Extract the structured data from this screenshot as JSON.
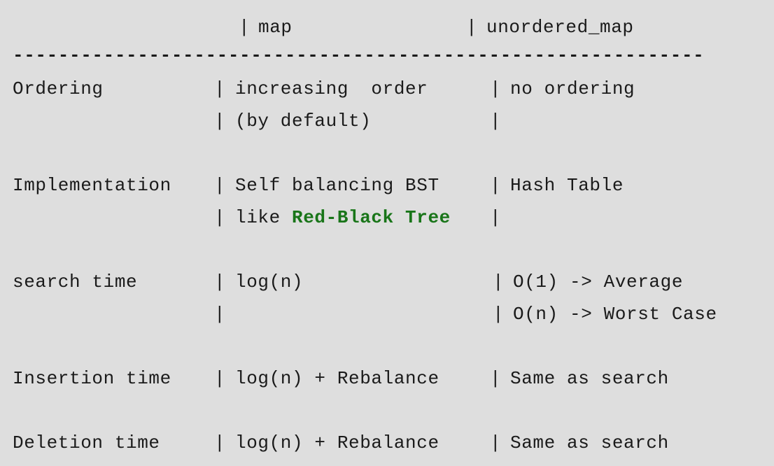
{
  "page": {
    "background_color": "#dedede",
    "text_color": "#1a1a1a",
    "accent_color": "#197519",
    "content_type": "ascii-comparison-table"
  },
  "table": {
    "row_label_header": "",
    "columns": [
      {
        "name": "map",
        "label": "map"
      },
      {
        "name": "unordered_map",
        "label": "unordered_map"
      }
    ],
    "separator": "-------------------------------------------------------------",
    "pipe": "|",
    "rows": [
      {
        "name": "ordering",
        "label": "Ordering",
        "map": [
          "increasing  order",
          "(by default)"
        ],
        "unordered_map": [
          "no ordering",
          ""
        ]
      },
      {
        "name": "implementation",
        "label": "Implementation",
        "map": [
          "Self balancing BST",
          "like Red-Black Tree"
        ],
        "map_line2_plain": "like ",
        "map_line2_highlight": "Red-Black Tree",
        "unordered_map": [
          "Hash Table",
          ""
        ]
      },
      {
        "name": "search-time",
        "label": "search time",
        "map": [
          "log(n)",
          ""
        ],
        "unordered_map": [
          "O(1) -> Average",
          "O(n) -> Worst Case"
        ]
      },
      {
        "name": "insertion-time",
        "label": "Insertion time",
        "map": [
          "log(n) + Rebalance"
        ],
        "unordered_map": [
          "Same as search"
        ]
      },
      {
        "name": "deletion-time",
        "label": "Deletion time",
        "map": [
          "log(n) + Rebalance"
        ],
        "unordered_map": [
          "Same as search"
        ]
      }
    ]
  }
}
